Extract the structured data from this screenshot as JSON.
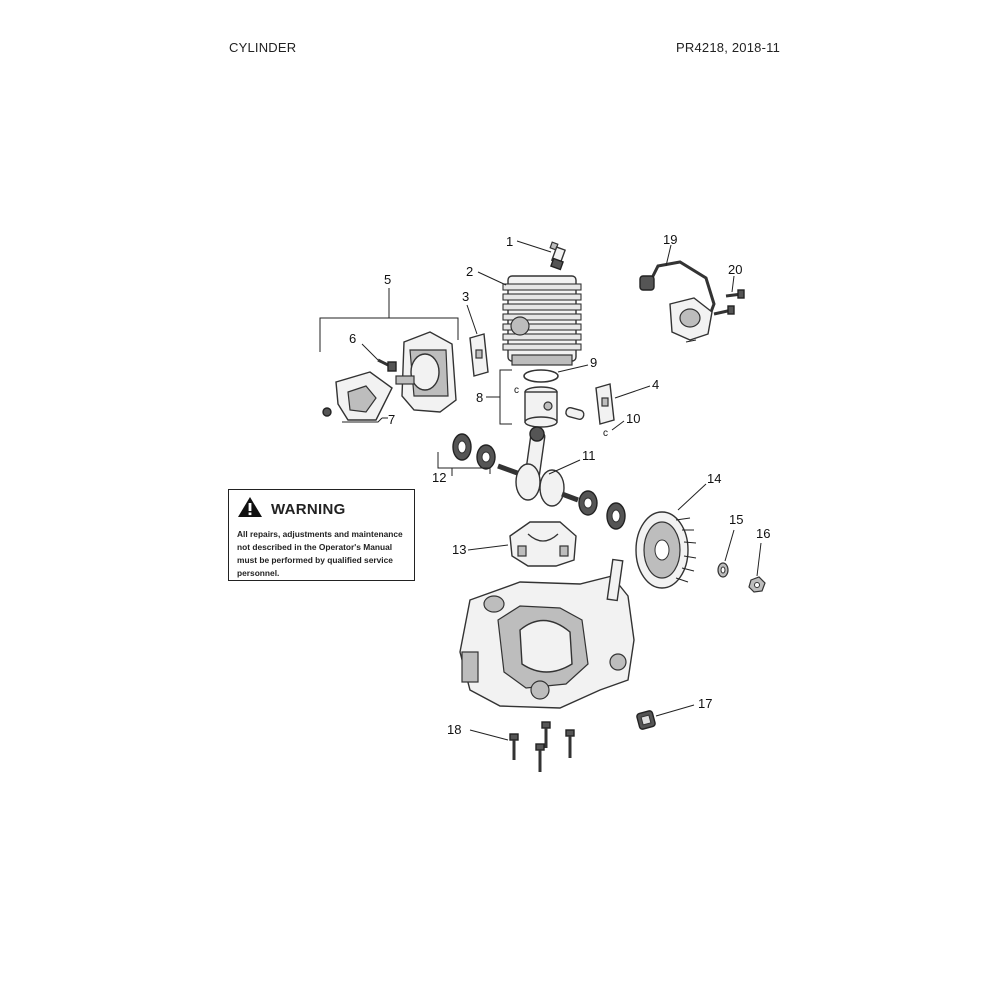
{
  "header": {
    "left": "CYLINDER",
    "right": "PR4218, 2018-11"
  },
  "warning": {
    "icon": "warning-triangle-icon",
    "title": "WARNING",
    "text": "All repairs, adjustments and maintenance\nnot described in the Operator's Manual\nmust be performed by qualified  service\npersonnel."
  },
  "callouts": {
    "c1": "1",
    "c2": "2",
    "c3": "3",
    "c4": "4",
    "c5": "5",
    "c6": "6",
    "c7": "7",
    "c8": "8",
    "c9": "9",
    "c10": "10",
    "c11": "11",
    "c12": "12",
    "c13": "13",
    "c14": "14",
    "c15": "15",
    "c16": "16",
    "c17": "17",
    "c18": "18",
    "c19": "19",
    "c20": "20"
  }
}
